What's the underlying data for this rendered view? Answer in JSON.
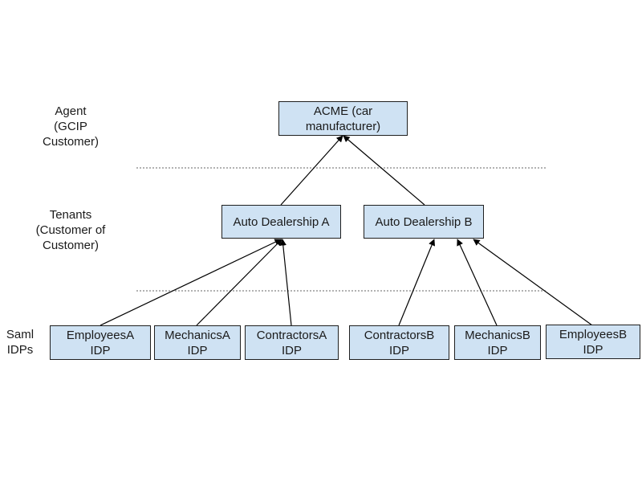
{
  "levels": {
    "agent": [
      "Agent",
      "(GCIP",
      "Customer)"
    ],
    "tenants": [
      "Tenants",
      "(Customer of",
      "Customer)"
    ],
    "idps": [
      "Saml",
      "IDPs"
    ]
  },
  "nodes": {
    "acme": [
      "ACME (car",
      "manufacturer)"
    ],
    "dealer_a": [
      "Auto Dealership A"
    ],
    "dealer_b": [
      "Auto Dealership B"
    ],
    "employees_a": [
      "EmployeesA",
      "IDP"
    ],
    "mechanics_a": [
      "MechanicsA",
      "IDP"
    ],
    "contractors_a": [
      "ContractorsA",
      "IDP"
    ],
    "contractors_b": [
      "ContractorsB",
      "IDP"
    ],
    "mechanics_b": [
      "MechanicsB",
      "IDP"
    ],
    "employees_b": [
      "EmployeesB",
      "IDP"
    ]
  },
  "colors": {
    "node_fill": "#cfe2f3",
    "node_border": "#1f1f1f",
    "edge": "#000000",
    "separator": "#666666"
  }
}
